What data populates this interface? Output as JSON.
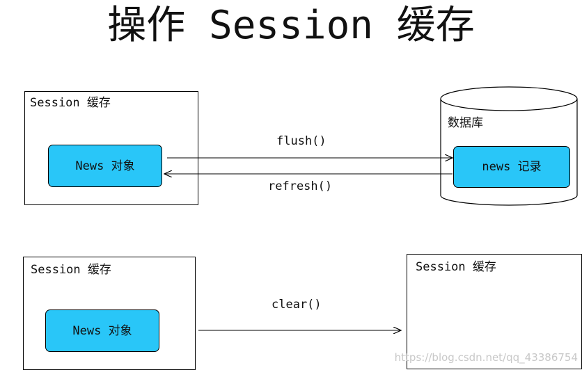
{
  "title": "操作 Session 缓存",
  "diagram": {
    "top": {
      "session_box_label": "Session 缓存",
      "news_object_label": "News 对象",
      "database_label": "数据库",
      "news_record_label": "news 记录",
      "flush_label": "flush()",
      "refresh_label": "refresh()"
    },
    "bottom": {
      "left_session_box_label": "Session 缓存",
      "news_object_label": "News 对象",
      "clear_label": "clear()",
      "right_session_box_label": "Session 缓存"
    }
  },
  "watermark": "https://blog.csdn.net/qq_43386754",
  "colors": {
    "node_fill": "#29c6f8",
    "stroke": "#000000",
    "watermark": "#c8c8c8"
  }
}
